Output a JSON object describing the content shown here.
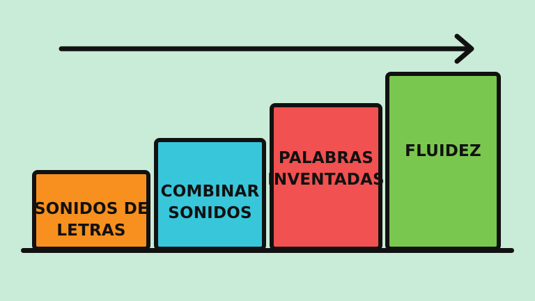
{
  "diagram": {
    "steps": [
      {
        "label": "SONIDOS DE\nLETRAS",
        "color": "#f7901e",
        "level": 1
      },
      {
        "label": "COMBINAR\nSONIDOS",
        "color": "#38c6da",
        "level": 2
      },
      {
        "label": "PALABRAS\nINVENTADAS",
        "color": "#f15150",
        "level": 3
      },
      {
        "label": "FLUIDEZ",
        "color": "#79c74f",
        "level": 4
      }
    ],
    "arrow_direction": "right",
    "colors": {
      "background": "#c9ecd8",
      "outline": "#111111"
    }
  }
}
